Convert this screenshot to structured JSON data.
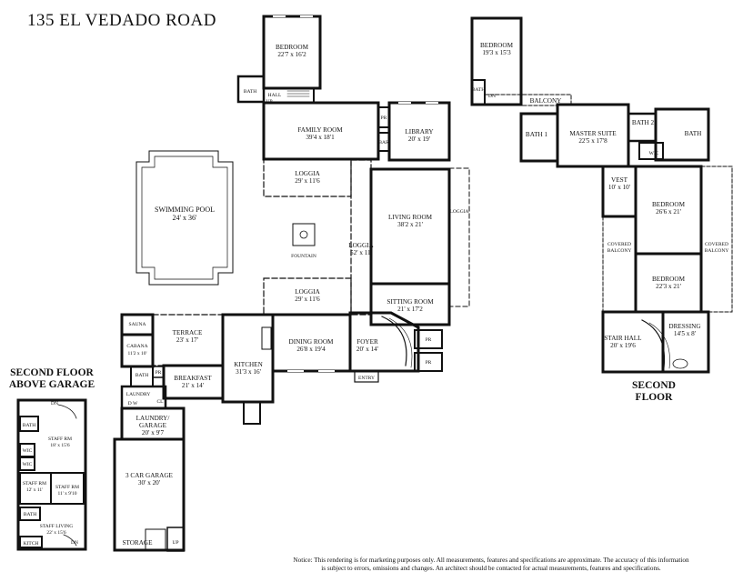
{
  "title": "135 EL VEDADO ROAD",
  "labels": {
    "second_floor": "SECOND FLOOR",
    "second_floor_garage_1": "SECOND FLOOR",
    "second_floor_garage_2": "ABOVE GARAGE"
  },
  "notice_1": "Notice: This rendering is for marketing purposes only. All measurements, features and specifications are approximate. The accuracy of this information",
  "notice_2": "is subject to errors, omissions and changes. An architect should be contacted for actual measurements, features and specifications.",
  "rooms": {
    "bedroom_top": {
      "name": "BEDROOM",
      "dim": "22'7 x 16'2"
    },
    "bath_left": {
      "name": "BATH"
    },
    "hall": {
      "name": "HALL"
    },
    "up_hall": {
      "name": "UP"
    },
    "family_room": {
      "name": "FAMILY ROOM",
      "dim": "39'4 x 18'1"
    },
    "pr_family": {
      "name": "PR"
    },
    "bar": {
      "name": "BAR"
    },
    "library": {
      "name": "LIBRARY",
      "dim": "20' x 19'"
    },
    "loggia_top": {
      "name": "LOGGIA",
      "dim": "29' x 11'6"
    },
    "swimming_pool": {
      "name": "SWIMMING POOL",
      "dim": "24' x 36'"
    },
    "living_room": {
      "name": "LIVING ROOM",
      "dim": "38'2 x 21'"
    },
    "loggia_right": {
      "name": "LOGGIA"
    },
    "fountain": {
      "name": "FOUNTAIN"
    },
    "loggia_center": {
      "name": "LOGGIA",
      "dim": "52' x 11'"
    },
    "loggia_bottom": {
      "name": "LOGGIA",
      "dim": "29' x 11'6"
    },
    "sitting_room": {
      "name": "SITTING ROOM",
      "dim": "21' x 17'2"
    },
    "sauna": {
      "name": "SAUNA"
    },
    "terrace": {
      "name": "TERRACE",
      "dim": "23' x 17'"
    },
    "cabana": {
      "name": "CABANA",
      "dim": "11'2 x 10'"
    },
    "kitchen": {
      "name": "KITCHEN",
      "dim": "31'3 x 16'"
    },
    "dining_room": {
      "name": "DINING ROOM",
      "dim": "26'8 x 19'4"
    },
    "foyer": {
      "name": "FOYER",
      "dim": "20' x 14'"
    },
    "pr_foyer_1": {
      "name": "PR"
    },
    "pr_foyer_2": {
      "name": "PR"
    },
    "entry": {
      "name": "ENTRY"
    },
    "bath_cabana": {
      "name": "BATH"
    },
    "pr_breakfast": {
      "name": "PR"
    },
    "breakfast": {
      "name": "BREAKFAST",
      "dim": "21' x 14'"
    },
    "laundry": {
      "name": "LAUNDRY"
    },
    "cl": {
      "name": "CL"
    },
    "dw": {
      "name": "D W"
    },
    "laundry_garage": {
      "name": "LAUNDRY/",
      "name2": "GARAGE",
      "dim": "20' x 9'7"
    },
    "car_garage": {
      "name": "3 CAR GARAGE",
      "dim": "30' x 20'"
    },
    "storage": {
      "name": "STORAGE"
    },
    "up_storage": {
      "name": "UP"
    },
    "bedroom_2f_top": {
      "name": "BEDROOM",
      "dim": "19'3 x 15'3"
    },
    "bath_2f_top": {
      "name": "BATH"
    },
    "dn_2f": {
      "name": "DN"
    },
    "balcony": {
      "name": "BALCONY"
    },
    "bath_1": {
      "name": "BATH 1"
    },
    "master_suite": {
      "name": "MASTER SUITE",
      "dim": "22'5 x 17'8"
    },
    "bath_2": {
      "name": "BATH 2"
    },
    "bath_master": {
      "name": "BATH"
    },
    "wic_master": {
      "name": "WIC"
    },
    "vest": {
      "name": "VEST",
      "dim": "10' x 10'"
    },
    "bedroom_2f_mid": {
      "name": "BEDROOM",
      "dim": "26'6 x 21'"
    },
    "covered_balcony_left": {
      "name": "COVERED",
      "name2": "BALCONY"
    },
    "covered_balcony_right": {
      "name": "COVERED",
      "name2": "BALCONY"
    },
    "bedroom_2f_low": {
      "name": "BEDROOM",
      "dim": "22'3 x 21'"
    },
    "stair_hall": {
      "name": "STAIR HALL",
      "dim": "20' x 19'6"
    },
    "dressing": {
      "name": "DRESSING",
      "dim": "14'5 x 8'"
    },
    "dn_garage": {
      "name": "DN"
    },
    "bath_garage_1": {
      "name": "BATH"
    },
    "staff_rm_1": {
      "name": "STAFF RM",
      "dim": "18' x 15'6"
    },
    "wic_garage_1": {
      "name": "WIC"
    },
    "wic_garage_2": {
      "name": "WIC"
    },
    "staff_rm_2": {
      "name": "STAFF RM",
      "dim": "12' x 11'"
    },
    "staff_rm_3": {
      "name": "STAFF RM",
      "dim": "11' x 9'10"
    },
    "bath_garage_2": {
      "name": "BATH"
    },
    "staff_living": {
      "name": "STAFF LIVING",
      "dim": "22' x 15'6"
    },
    "kitch": {
      "name": "KITCH"
    },
    "dn_staff": {
      "name": "DN"
    }
  }
}
